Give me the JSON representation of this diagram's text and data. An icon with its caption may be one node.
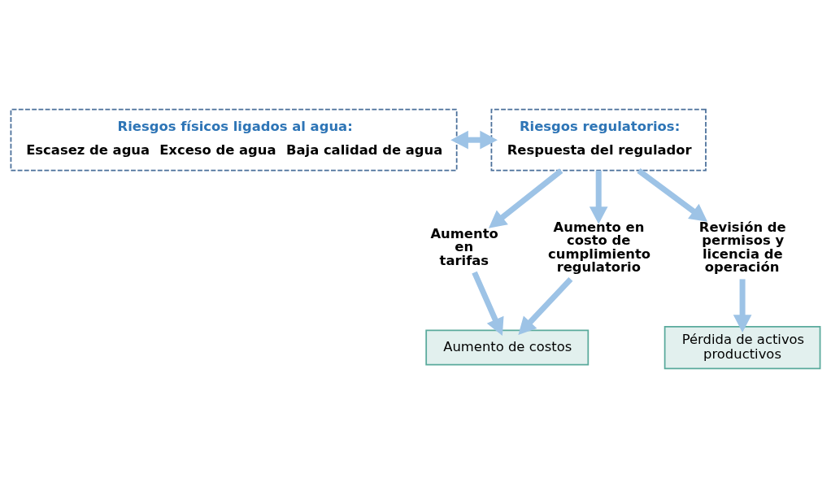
{
  "diagram": {
    "nodes": [
      {
        "text": [
          "Riesgos físicos ligados al agua:",
          "Escasez de agua",
          "Exceso de agua",
          "Baja calidad de agua"
        ]
      },
      {
        "text": [
          "Riesgos regulatorios:",
          "Respuesta del regulador"
        ]
      },
      {
        "text": [
          "Aumento en tarifas"
        ]
      },
      {
        "text": [
          "Aumento en costo de cumplimiento regulatorio"
        ]
      },
      {
        "text": [
          "Revisión de permisos y licencia de operación"
        ]
      },
      {
        "text": [
          "Aumento de costos"
        ]
      },
      {
        "text": [
          "Pérdida de activos productivos"
        ]
      }
    ],
    "edges": [
      {
        "from": 0,
        "to": 1,
        "arrow": "both"
      },
      {
        "from": 1,
        "to": 2,
        "arrow": "to"
      },
      {
        "from": 1,
        "to": 3,
        "arrow": "to"
      },
      {
        "from": 1,
        "to": 4,
        "arrow": "to"
      },
      {
        "from": 2,
        "to": 5,
        "arrow": "to"
      },
      {
        "from": 3,
        "to": 5,
        "arrow": "to"
      },
      {
        "from": 4,
        "to": 6,
        "arrow": "to"
      }
    ]
  }
}
